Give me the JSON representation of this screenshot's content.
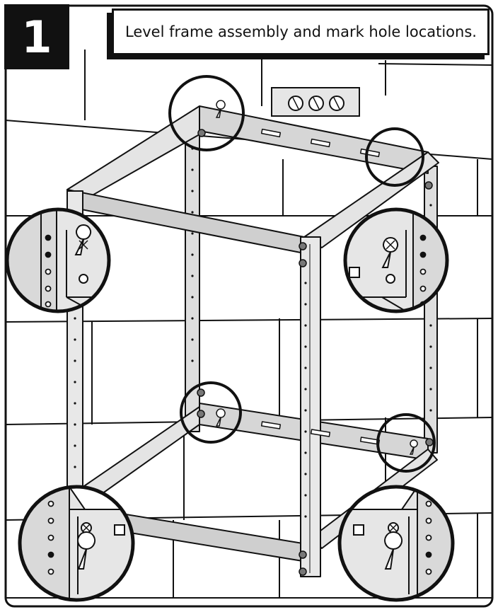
{
  "step": {
    "number": "1",
    "instruction": "Level frame assembly and mark hole locations."
  },
  "icons": [
    "level-tool-icon",
    "magnifier-callout",
    "keyhole-slot-icon",
    "square-hole-icon",
    "round-hole-icon",
    "x-mark-icon"
  ],
  "colors": {
    "line": "#111111",
    "frame_fill": "#dedede",
    "frame_shade": "#c4c4c4",
    "wall": "#ffffff"
  }
}
